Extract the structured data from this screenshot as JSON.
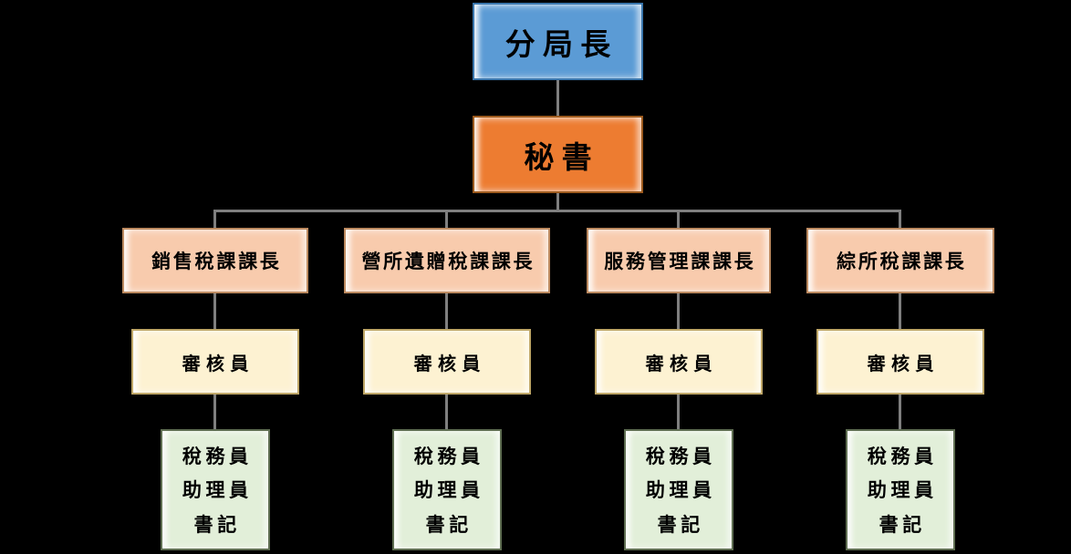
{
  "palette": {
    "background": "#000000",
    "connector": "#7F7F7F",
    "director_fill": "#5B9BD5",
    "director_border": "#3A76AC",
    "secretary_fill": "#ED7C31",
    "secretary_border": "#9C5A1E",
    "chief_fill": "#F8CBAD",
    "chief_border": "#BC8A60",
    "auditor_fill": "#FDF2D2",
    "auditor_border": "#BFA768",
    "staff_fill": "#E2EFD9",
    "staff_border": "#5F6E52",
    "text": "#000000"
  },
  "org": {
    "director": "分局長",
    "secretary": "秘書",
    "sections": [
      {
        "chief": "銷售稅課課長",
        "auditor": "審核員",
        "staff": [
          "稅務員",
          "助理員",
          "書記"
        ]
      },
      {
        "chief": "營所遺贈稅課課長",
        "auditor": "審核員",
        "staff": [
          "稅務員",
          "助理員",
          "書記"
        ]
      },
      {
        "chief": "服務管理課課長",
        "auditor": "審核員",
        "staff": [
          "稅務員",
          "助理員",
          "書記"
        ]
      },
      {
        "chief": "綜所稅課課長",
        "auditor": "審核員",
        "staff": [
          "稅務員",
          "助理員",
          "書記"
        ]
      }
    ]
  }
}
